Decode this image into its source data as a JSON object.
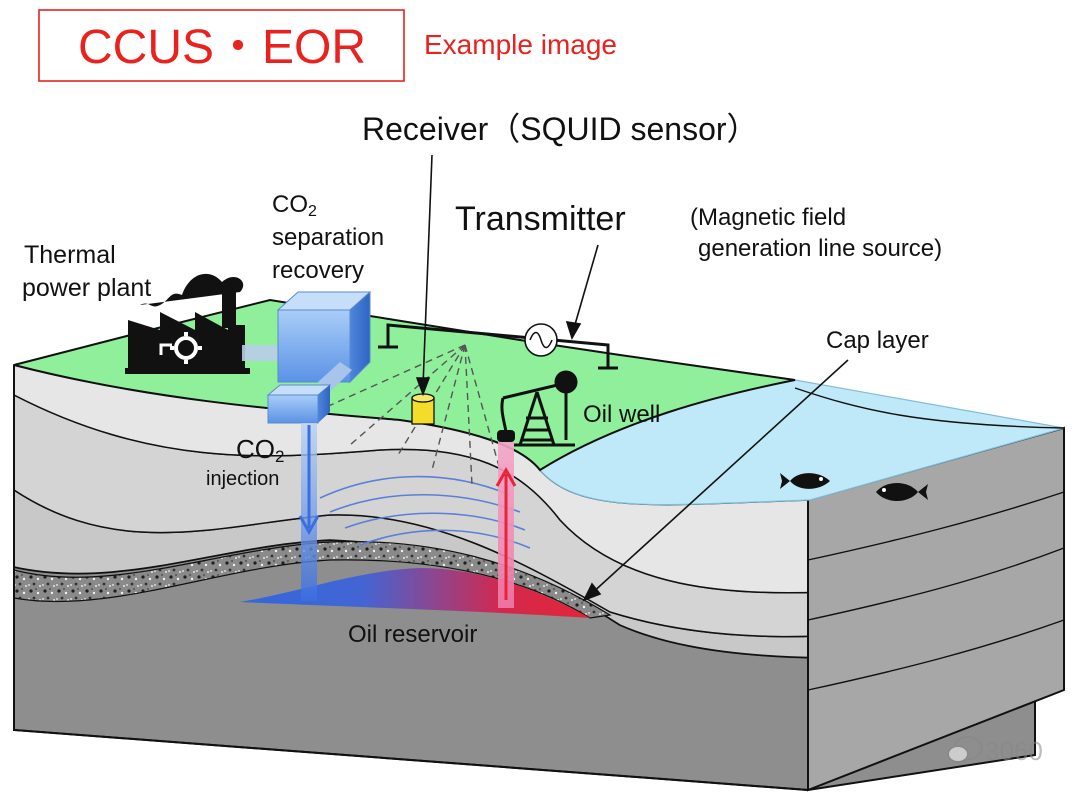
{
  "title": "CCUS・EOR",
  "subtitle": "Example image",
  "labels": {
    "receiver": "Receiver（SQUID sensor）",
    "transmitter": "Transmitter",
    "transmitter_note_1": "(Magnetic field",
    "transmitter_note_2": "generation line source)",
    "co2_sep_1": "CO",
    "co2_sep_sub": "2",
    "co2_sep_2": "separation",
    "co2_sep_3": "recovery",
    "thermal_1": "Thermal",
    "thermal_2": "power plant",
    "co2_inj_1": "CO",
    "co2_inj_sub": "2",
    "co2_inj_2": "injection",
    "oil_well": "Oil well",
    "cap_layer": "Cap layer",
    "oil_reservoir": "Oil reservoir"
  },
  "watermark": "3060",
  "colors": {
    "title_red": "#e8231f",
    "ground_green": "#8fef9a",
    "sea_blue": "#bfe9f8",
    "co2_blue": "#3b6fe0",
    "oil_red": "#e8233a",
    "box_blue": "#7fb2f0"
  }
}
